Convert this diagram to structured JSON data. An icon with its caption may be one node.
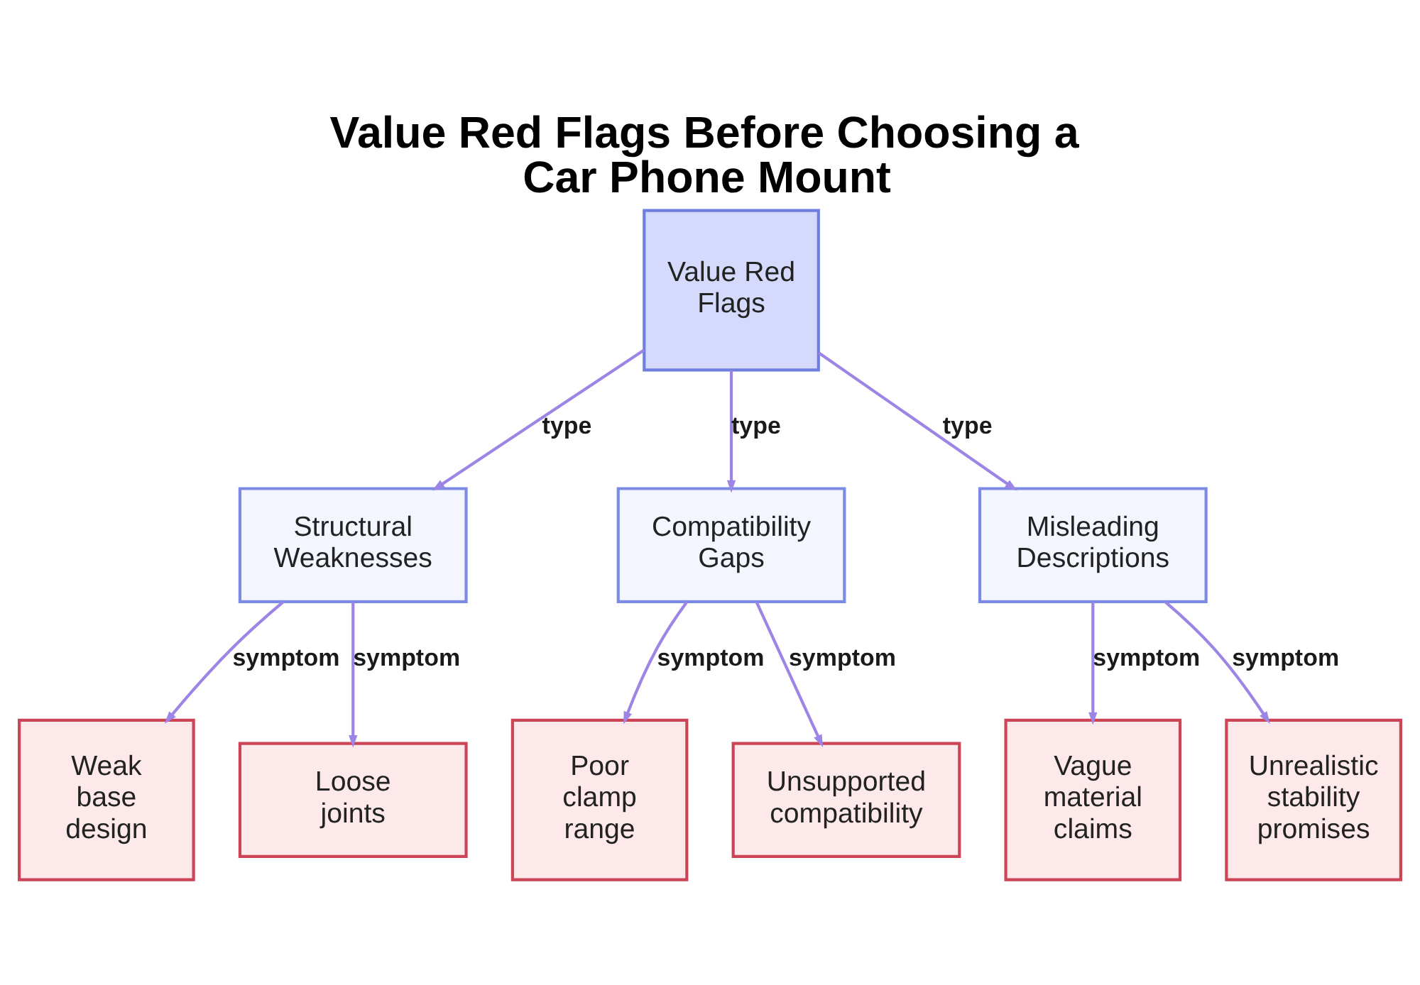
{
  "diagram": {
    "title": "Value Red Flags Before Choosing a Car Phone Mount",
    "nodes": [
      {
        "text": [
          "Value Red Flags"
        ]
      },
      {
        "text": [
          "Structural Weaknesses"
        ]
      },
      {
        "text": [
          "Compatibility Gaps"
        ]
      },
      {
        "text": [
          "Misleading Descriptions"
        ]
      },
      {
        "text": [
          "Weak base design"
        ]
      },
      {
        "text": [
          "Loose joints"
        ]
      },
      {
        "text": [
          "Poor clamp range"
        ]
      },
      {
        "text": [
          "Unsupported compatibility"
        ]
      },
      {
        "text": [
          "Vague material claims"
        ]
      },
      {
        "text": [
          "Unrealistic stability promises"
        ]
      }
    ],
    "edges": [
      {
        "from": 0,
        "to": 1,
        "arrow": "to",
        "label": "type"
      },
      {
        "from": 0,
        "to": 2,
        "arrow": "to",
        "label": "type"
      },
      {
        "from": 0,
        "to": 3,
        "arrow": "to",
        "label": "type"
      },
      {
        "from": 1,
        "to": 4,
        "arrow": "to",
        "label": "symptom"
      },
      {
        "from": 1,
        "to": 5,
        "arrow": "to",
        "label": "symptom"
      },
      {
        "from": 2,
        "to": 6,
        "arrow": "to",
        "label": "symptom"
      },
      {
        "from": 2,
        "to": 7,
        "arrow": "to",
        "label": "symptom"
      },
      {
        "from": 3,
        "to": 8,
        "arrow": "to",
        "label": "symptom"
      },
      {
        "from": 3,
        "to": 9,
        "arrow": "to",
        "label": "symptom"
      }
    ]
  }
}
